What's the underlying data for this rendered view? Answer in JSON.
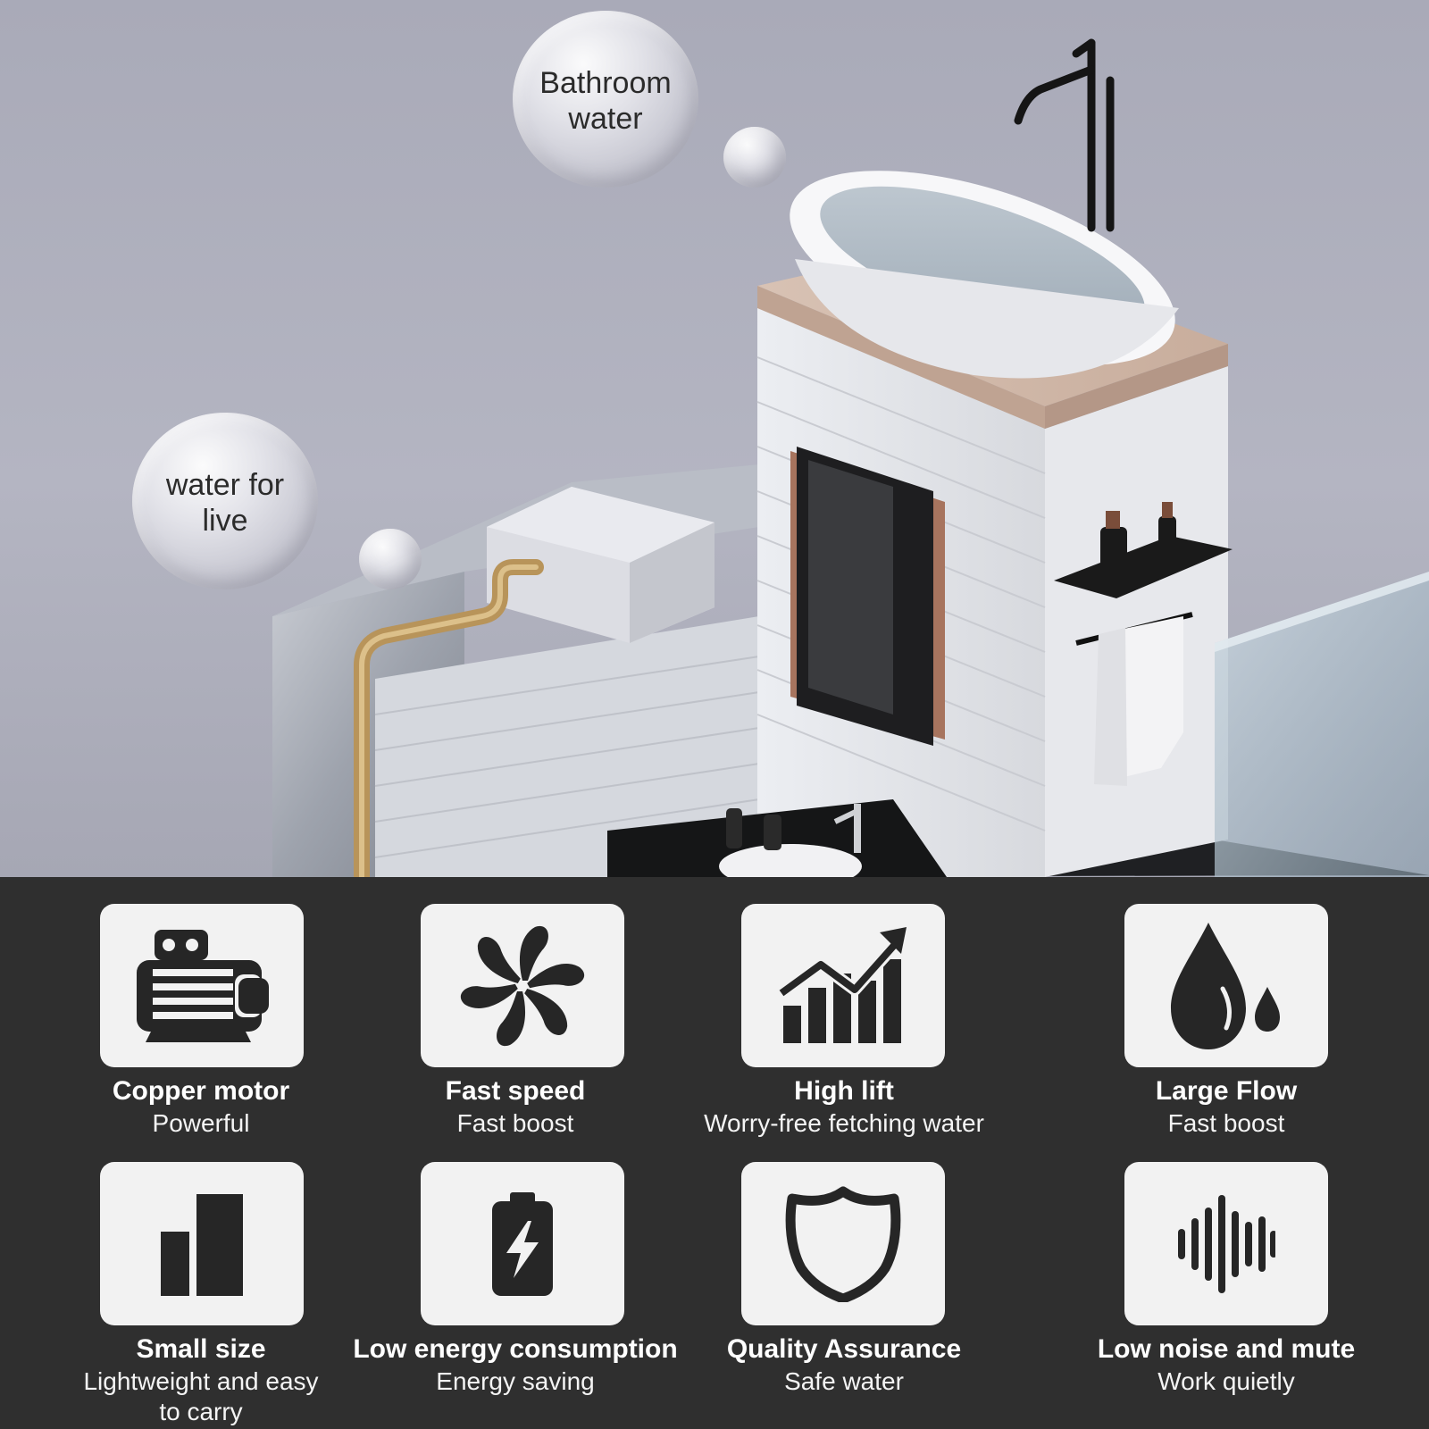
{
  "bubbles": [
    {
      "label": "Bathroom\nwater"
    },
    {
      "label": "water for\nlive"
    }
  ],
  "features": [
    {
      "title": "Copper motor",
      "subtitle": "Powerful",
      "icon": "motor-icon"
    },
    {
      "title": "Fast speed",
      "subtitle": "Fast boost",
      "icon": "fan-icon"
    },
    {
      "title": "High lift",
      "subtitle": "Worry-free fetching water",
      "icon": "growth-chart-icon"
    },
    {
      "title": "Large Flow",
      "subtitle": "Fast boost",
      "icon": "water-drops-icon"
    },
    {
      "title": "Small size",
      "subtitle": "Lightweight and easy\nto carry",
      "icon": "size-bars-icon"
    },
    {
      "title": "Low energy consumption",
      "subtitle": "Energy saving",
      "icon": "battery-icon"
    },
    {
      "title": "Quality Assurance",
      "subtitle": "Safe water",
      "icon": "shield-icon"
    },
    {
      "title": "Low noise and mute",
      "subtitle": "Work quietly",
      "icon": "sound-wave-icon"
    }
  ],
  "colors": {
    "panel_background": "#2f2f2f",
    "tile_background": "#f2f2f2",
    "icon_color": "#262626",
    "text_color": "#ffffff"
  }
}
